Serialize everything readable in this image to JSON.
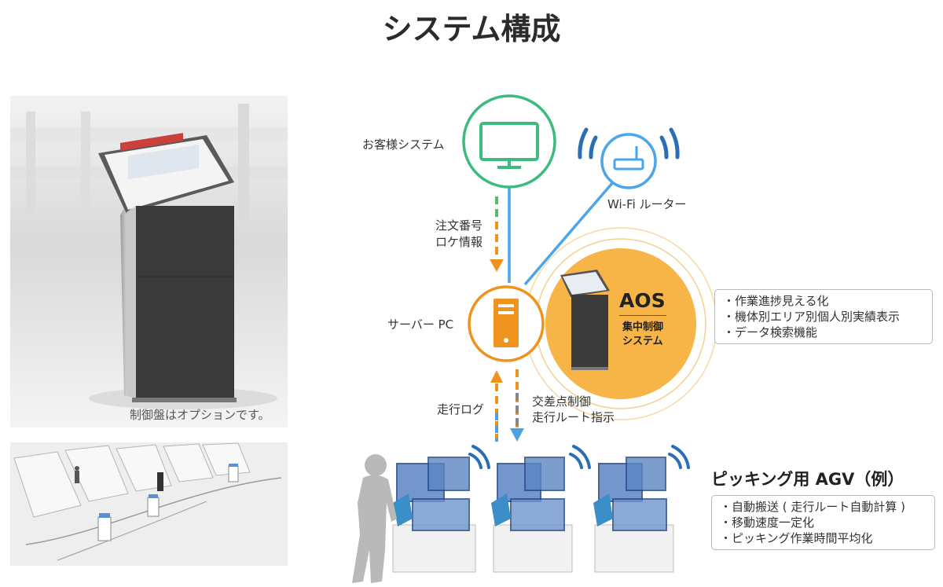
{
  "title": "システム構成",
  "photo_caption": "制御盤はオプションです。",
  "nodes": {
    "customer_system": "お客様システム",
    "wifi_router": "Wi-Fi ルーター",
    "server_pc": "サーバー PC"
  },
  "flows": {
    "order_lines": [
      "注文番号",
      "ロケ情報"
    ],
    "travel_log": "走行ログ",
    "control_lines": [
      "交差点制御",
      "走行ルート指示"
    ]
  },
  "aos": {
    "name": "AOS",
    "sub_lines": [
      "集中制御",
      "システム"
    ],
    "features": [
      "・作業進捗見える化",
      "・機体別エリア別個人別実績表示",
      "・データ検索機能"
    ]
  },
  "agv": {
    "title": "ピッキング用 AGV（例）",
    "features": [
      "・自動搬送 ( 走行ルート自動計算 )",
      "・移動速度一定化",
      "・ピッキング作業時間平均化"
    ]
  },
  "colors": {
    "green": "#3dbb7e",
    "blue": "#4aa6e8",
    "orange": "#f0921e",
    "aos_fill": "#f7b447",
    "dash_blue": "#4aa3e0",
    "dash_gray": "#888888"
  }
}
